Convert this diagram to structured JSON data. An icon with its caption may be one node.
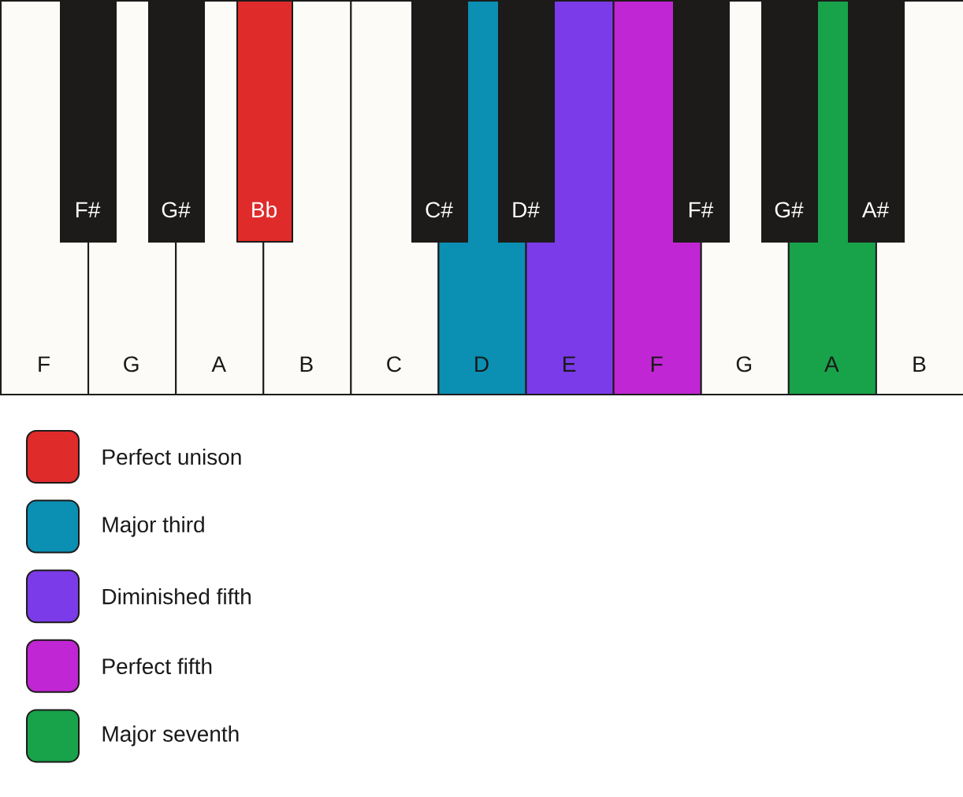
{
  "diagram": {
    "nodes": [
      {
        "text": [
          "F#"
        ]
      },
      {
        "text": [
          "G#"
        ]
      },
      {
        "text": [
          "Bb"
        ]
      },
      {
        "text": [
          "C#"
        ]
      },
      {
        "text": [
          "D#"
        ]
      },
      {
        "text": [
          "F#"
        ]
      },
      {
        "text": [
          "G#"
        ]
      },
      {
        "text": [
          "A#"
        ]
      },
      {
        "text": [
          "F"
        ]
      },
      {
        "text": [
          "G"
        ]
      },
      {
        "text": [
          "A"
        ]
      },
      {
        "text": [
          "B"
        ]
      },
      {
        "text": [
          "C"
        ]
      },
      {
        "text": [
          "D"
        ]
      },
      {
        "text": [
          "E"
        ]
      },
      {
        "text": [
          "F"
        ]
      },
      {
        "text": [
          "G"
        ]
      },
      {
        "text": [
          "A"
        ]
      },
      {
        "text": [
          "B"
        ]
      }
    ],
    "legend": [
      {
        "text": "Perfect unison",
        "color": "#e02b2b"
      },
      {
        "text": "Major third",
        "color": "#0b8fb3"
      },
      {
        "text": "Diminished fifth",
        "color": "#7b3be8"
      },
      {
        "text": "Perfect fifth",
        "color": "#c026d3"
      },
      {
        "text": "Major seventh",
        "color": "#18a24a"
      }
    ]
  }
}
